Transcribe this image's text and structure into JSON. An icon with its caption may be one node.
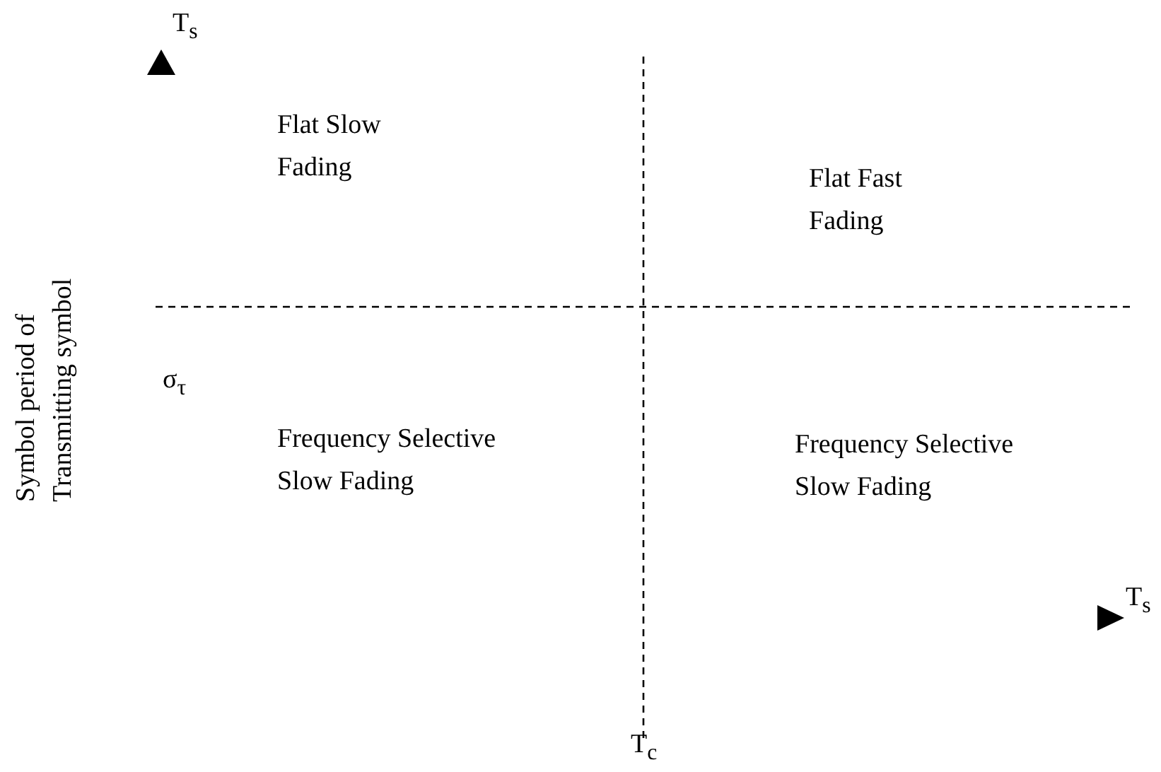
{
  "diagram": {
    "labels": [
      "T$_{s}$",
      "Flat Slow Fading",
      "Flat Fast Fading",
      "Symbol period of Transmitting symbol",
      "σ$_{τ}$",
      "Frequency Selective Slow Fading",
      "Frequency Selective Slow Fading",
      "T$_{s}$",
      "T$_{c}$"
    ]
  }
}
